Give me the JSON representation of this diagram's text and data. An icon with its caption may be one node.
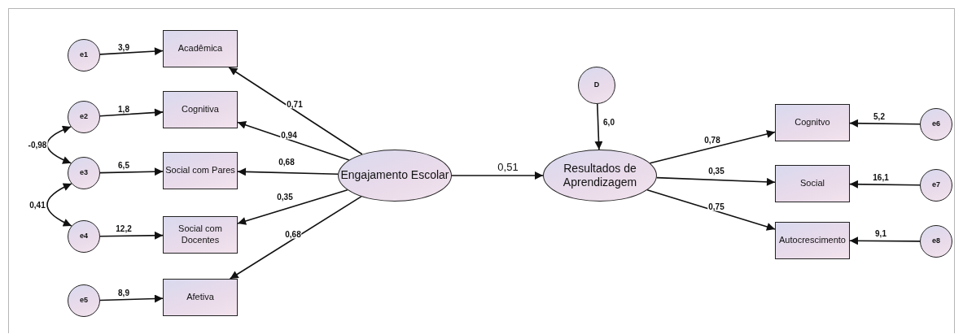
{
  "diagram": {
    "nodes": [
      {
        "text": [
          "e1"
        ]
      },
      {
        "text": [
          "Acadêmica"
        ]
      },
      {
        "text": [
          "e2"
        ]
      },
      {
        "text": [
          "Cognitiva"
        ]
      },
      {
        "text": [
          "e3"
        ]
      },
      {
        "text": [
          "Social com Pares"
        ]
      },
      {
        "text": [
          "e4"
        ]
      },
      {
        "text": [
          "Social com Docentes"
        ]
      },
      {
        "text": [
          "e5"
        ]
      },
      {
        "text": [
          "Afetiva"
        ]
      },
      {
        "text": [
          "Engajamento Escolar"
        ]
      },
      {
        "text": [
          "D"
        ]
      },
      {
        "text": [
          "Resultados de Aprendizagem"
        ]
      },
      {
        "text": [
          "Cognitvo"
        ]
      },
      {
        "text": [
          "e6"
        ]
      },
      {
        "text": [
          "Social"
        ]
      },
      {
        "text": [
          "e7"
        ]
      },
      {
        "text": [
          "Autocrescimento"
        ]
      },
      {
        "text": [
          "e8"
        ]
      }
    ],
    "edges": [
      {
        "from": 0,
        "to": 1,
        "arrow": "to",
        "label": "3,9"
      },
      {
        "from": 2,
        "to": 3,
        "arrow": "to",
        "label": "1,8"
      },
      {
        "from": 4,
        "to": 5,
        "arrow": "to",
        "label": "6,5"
      },
      {
        "from": 6,
        "to": 7,
        "arrow": "to",
        "label": "12,2"
      },
      {
        "from": 8,
        "to": 9,
        "arrow": "to",
        "label": "8,9"
      },
      {
        "from": 2,
        "to": 4,
        "arrow": "both",
        "label": "-0,98"
      },
      {
        "from": 4,
        "to": 6,
        "arrow": "both",
        "label": "0,41"
      },
      {
        "from": 10,
        "to": 1,
        "arrow": "to",
        "label": "0,71"
      },
      {
        "from": 10,
        "to": 3,
        "arrow": "to",
        "label": "0,94"
      },
      {
        "from": 10,
        "to": 5,
        "arrow": "to",
        "label": "0,68"
      },
      {
        "from": 10,
        "to": 7,
        "arrow": "to",
        "label": "0,35"
      },
      {
        "from": 10,
        "to": 9,
        "arrow": "to",
        "label": "0,68"
      },
      {
        "from": 10,
        "to": 12,
        "arrow": "to",
        "label": "0,51"
      },
      {
        "from": 11,
        "to": 12,
        "arrow": "to",
        "label": "6,0"
      },
      {
        "from": 12,
        "to": 13,
        "arrow": "to",
        "label": "0,78"
      },
      {
        "from": 12,
        "to": 15,
        "arrow": "to",
        "label": "0,35"
      },
      {
        "from": 12,
        "to": 17,
        "arrow": "to",
        "label": "0,75"
      },
      {
        "from": 14,
        "to": 13,
        "arrow": "to",
        "label": "5,2"
      },
      {
        "from": 16,
        "to": 15,
        "arrow": "to",
        "label": "16,1"
      },
      {
        "from": 18,
        "to": 17,
        "arrow": "to",
        "label": "9,1"
      }
    ]
  }
}
